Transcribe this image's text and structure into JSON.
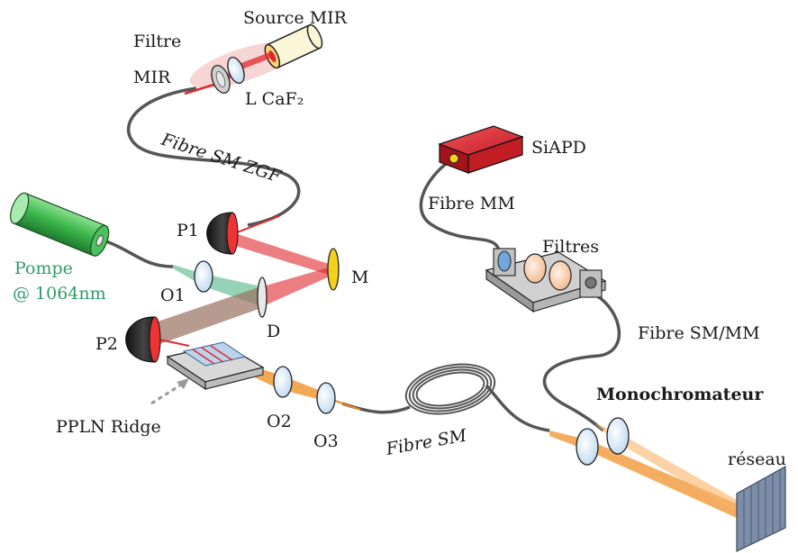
{
  "labels": {
    "source_mir": "Source MIR",
    "filtre_mir_line1": "Filtre",
    "filtre_mir_line2": "MIR",
    "lens_caf2": "L CaF₂",
    "fibre_sm_zgf": "Fibre SM ZGF",
    "siapd": "SiAPD",
    "fibre_mm": "Fibre MM",
    "filtres": "Filtres",
    "p1": "P1",
    "m": "M",
    "pompe_line1": "Pompe",
    "pompe_line2": "@ 1064nm",
    "o1": "O1",
    "d": "D",
    "p2": "P2",
    "fibre_sm_mm": "Fibre SM/MM",
    "monochromateur": "Monochromateur",
    "ppln_ridge": "PPLN Ridge",
    "o2": "O2",
    "o3": "O3",
    "fibre_sm": "Fibre SM",
    "reseau": "réseau"
  },
  "colors": {
    "mir_beam": "#e0282e",
    "pump_beam": "#3fae7a",
    "signal_beam": "#f08a1c",
    "mirror_gold": "#f2d21c",
    "apd_red": "#d9262c",
    "fibre_gray": "#555555",
    "optic_blue": "#cfe3f5",
    "grating": "#7d8fa8"
  }
}
